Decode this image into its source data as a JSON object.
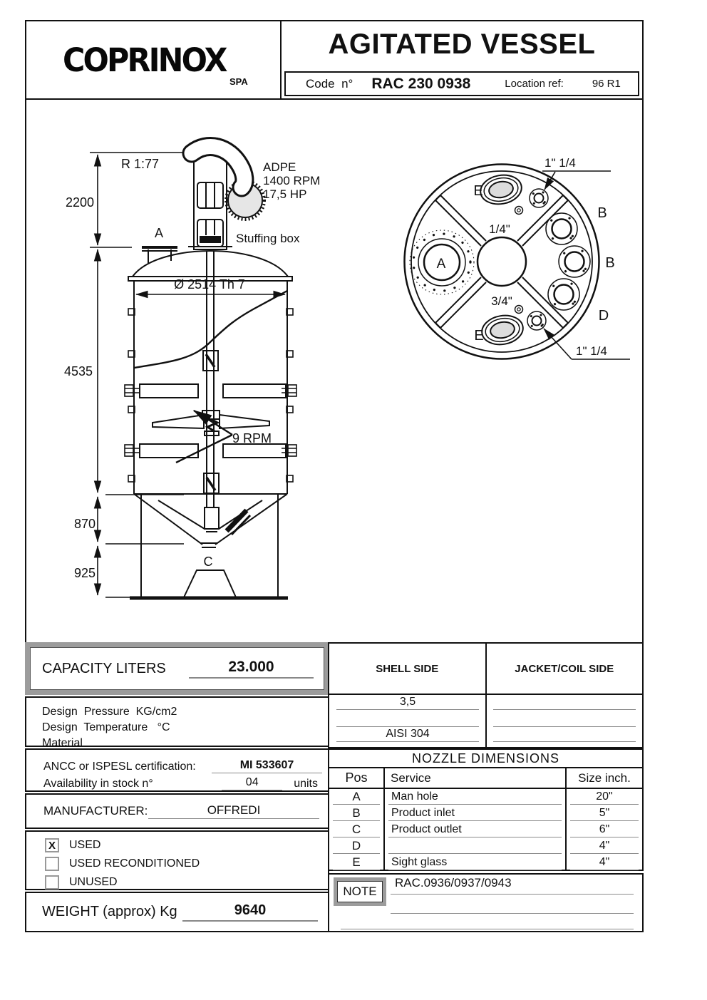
{
  "colors": {
    "frame_gray": "#9c9c9c",
    "underline_gray": "#8a8a8a",
    "line_black": "#111111"
  },
  "header": {
    "logo_text": "COPRINOX",
    "logo_suffix": "SPA",
    "title": "AGITATED VESSEL",
    "code_label": "Code  n°",
    "code_value": "RAC 230 0938",
    "location_label": "Location ref:",
    "location_value": "96 R1"
  },
  "drawing": {
    "side_view": {
      "dim_top": "2200",
      "dim_shell": "4535",
      "dim_cone": "870",
      "dim_skirt": "925",
      "reducer_ratio": "R 1:77",
      "motor_type": "ADPE",
      "motor_speed": "1400 RPM",
      "motor_power": "17,5 HP",
      "nozzle_a_label": "A",
      "stuffing_box_label": "Stuffing box",
      "diameter_label": "Ø 2514  Th 7",
      "agitator_speed": "9 RPM",
      "nozzle_c_label": "C"
    },
    "top_view": {
      "nozzle_top_size": "1\" 1/4",
      "nozzle_bottom_size": "1\" 1/4",
      "small_top_size": "1/4\"",
      "small_bottom_size": "3/4\"",
      "label_e_top": "E",
      "label_e_bottom": "E",
      "label_b_top": "B",
      "label_b_mid": "B",
      "label_d": "D",
      "label_a": "A"
    }
  },
  "capacity": {
    "label": "CAPACITY LITERS",
    "value": "23.000"
  },
  "design": {
    "row_labels": [
      "Design  Pressure  KG/cm2",
      "Design  Temperature   °C",
      "Material"
    ],
    "shell_header": "SHELL SIDE",
    "jacket_header": "JACKET/COIL SIDE",
    "shell_values": [
      "3,5",
      "",
      "AISI  304"
    ],
    "jacket_values": [
      "",
      "",
      ""
    ]
  },
  "certification": {
    "label": "ANCC  or  ISPESL certification:",
    "value": "MI 533607",
    "availability_label": "Availability in stock n°",
    "availability_value": "04",
    "availability_units": "units"
  },
  "manufacturer": {
    "label": "MANUFACTURER:",
    "value": "OFFREDI"
  },
  "condition": {
    "options": [
      {
        "label": "USED",
        "mark": "X"
      },
      {
        "label": "USED RECONDITIONED",
        "mark": ""
      },
      {
        "label": "UNUSED",
        "mark": ""
      }
    ]
  },
  "weight": {
    "label": "WEIGHT (approx) Kg",
    "value": "9640"
  },
  "nozzles": {
    "title": "NOZZLE  DIMENSIONS",
    "col_pos": "Pos",
    "col_service": "Service",
    "col_size": "Size inch.",
    "rows": [
      {
        "pos": "A",
        "service": "Man hole",
        "size": "20\""
      },
      {
        "pos": "B",
        "service": "Product inlet",
        "size": "5\""
      },
      {
        "pos": "C",
        "service": "Product outlet",
        "size": "6\""
      },
      {
        "pos": "D",
        "service": "",
        "size": "4\""
      },
      {
        "pos": "E",
        "service": "Sight glass",
        "size": "4\""
      }
    ]
  },
  "note": {
    "label": "NOTE",
    "value": "RAC.0936/0937/0943"
  }
}
